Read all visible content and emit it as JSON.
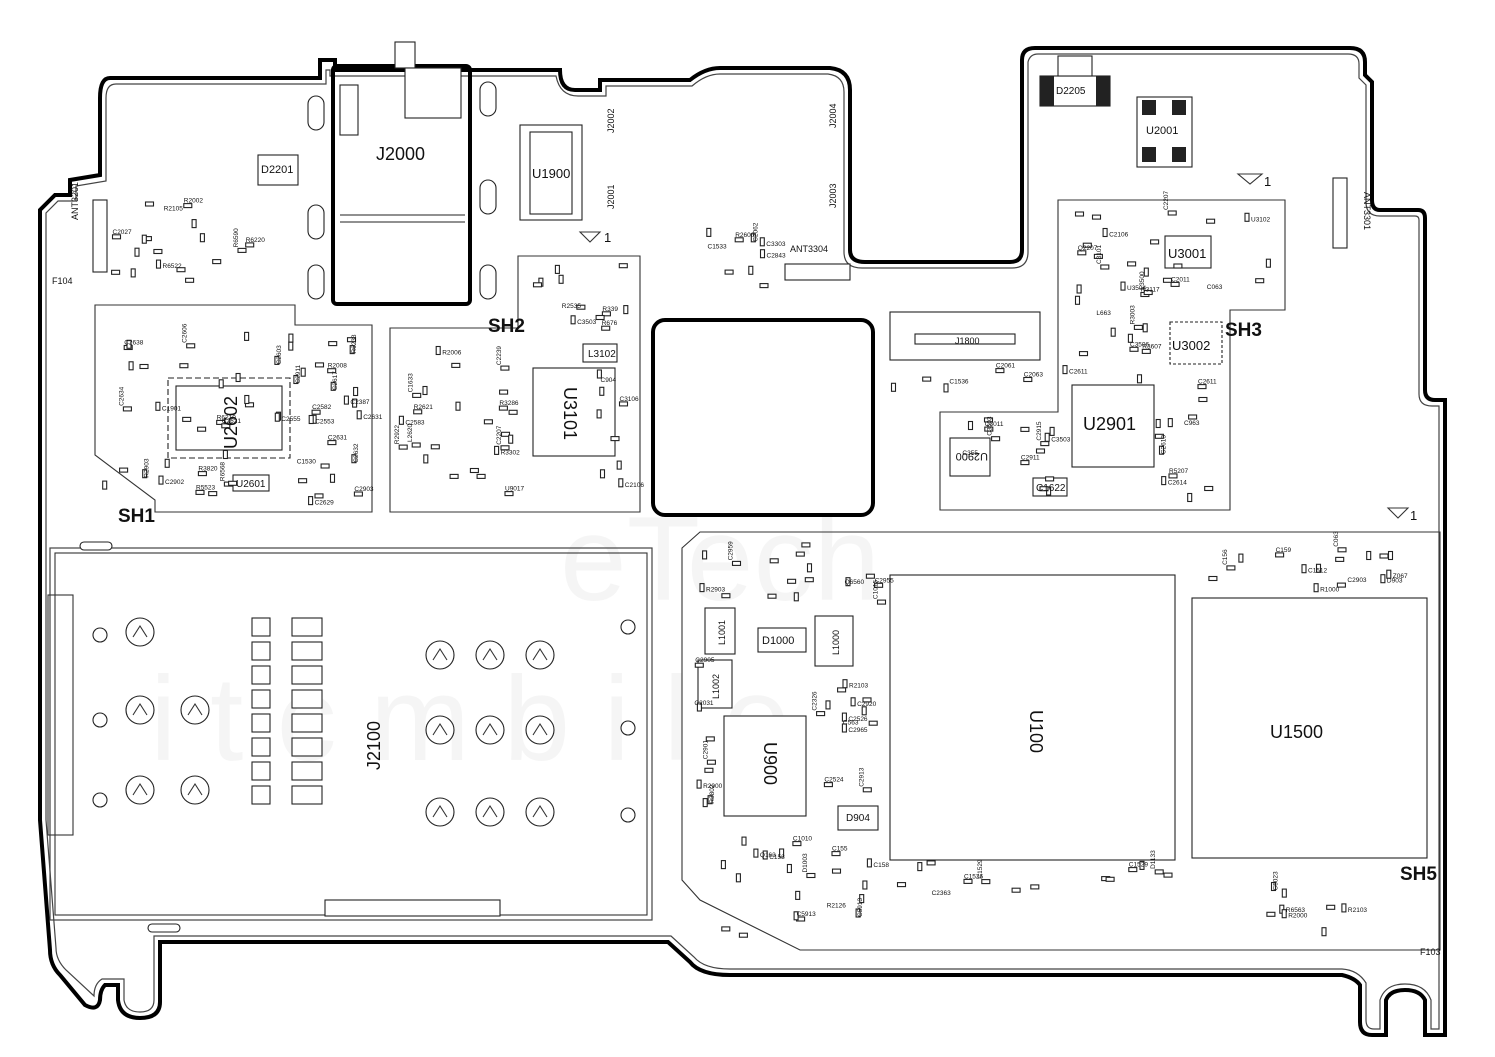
{
  "components_large": [
    {
      "id": "c-j2000",
      "label": "J2000",
      "rotate": false
    },
    {
      "id": "c-j2100",
      "label": "J2100",
      "rotate": false
    },
    {
      "id": "c-u100",
      "label": "U100",
      "rotate": true
    },
    {
      "id": "c-u1500",
      "label": "U1500",
      "rotate": false
    },
    {
      "id": "c-u2602",
      "label": "U2602",
      "rotate": true
    },
    {
      "id": "c-u3101",
      "label": "U3101",
      "rotate": true
    },
    {
      "id": "c-u2901",
      "label": "U2901",
      "rotate": false
    },
    {
      "id": "c-u1900",
      "label": "U1900",
      "rotate": false
    },
    {
      "id": "c-u900",
      "label": "U900",
      "rotate": true
    },
    {
      "id": "c-u3001",
      "label": "U3001",
      "rotate": false
    },
    {
      "id": "c-u3002",
      "label": "U3002",
      "rotate": false
    },
    {
      "id": "c-u2001",
      "label": "U2001",
      "rotate": false
    },
    {
      "id": "c-d2201",
      "label": "D2201",
      "rotate": false
    },
    {
      "id": "c-d2205",
      "label": "D2205",
      "rotate": false
    },
    {
      "id": "c-j1800",
      "label": "J1800",
      "rotate": false
    },
    {
      "id": "c-u2900",
      "label": "U2900",
      "rotate": true
    },
    {
      "id": "c-d1000",
      "label": "D1000",
      "rotate": false
    },
    {
      "id": "c-l1001",
      "label": "L1001",
      "rotate": true
    },
    {
      "id": "c-l1000",
      "label": "L1000",
      "rotate": true
    },
    {
      "id": "c-l1002",
      "label": "L1002",
      "rotate": true
    },
    {
      "id": "c-d904",
      "label": "D904",
      "rotate": false
    },
    {
      "id": "c-u2601",
      "label": "U2601",
      "rotate": false
    },
    {
      "id": "c-l3102",
      "label": "L3102",
      "rotate": false
    },
    {
      "id": "c-c1622",
      "label": "C1622",
      "rotate": false
    },
    {
      "id": "c-j2001",
      "label": "J2001",
      "rotate": true
    },
    {
      "id": "c-j2002",
      "label": "J2002",
      "rotate": true
    },
    {
      "id": "c-j2003",
      "label": "J2003",
      "rotate": true
    },
    {
      "id": "c-j2004",
      "label": "J2004",
      "rotate": true
    }
  ],
  "shields": [
    {
      "id": "sh1",
      "label": "SH1"
    },
    {
      "id": "sh2",
      "label": "SH2"
    },
    {
      "id": "sh3",
      "label": "SH3"
    },
    {
      "id": "sh5",
      "label": "SH5"
    }
  ],
  "fiducial_marks": [
    {
      "id": "f104",
      "label": "F104"
    },
    {
      "id": "f103",
      "label": "F103"
    }
  ],
  "antennas": [
    {
      "id": "ant3304",
      "label": "ANT3304"
    },
    {
      "id": "ant3201",
      "label": "ANT3201"
    },
    {
      "id": "ant3301",
      "label": "ANT3301"
    }
  ],
  "pin1_markers": [
    {
      "id": "pin1-a",
      "label": "1"
    },
    {
      "id": "pin1-b",
      "label": "1"
    },
    {
      "id": "pin1-c",
      "label": "1"
    }
  ],
  "small_refs": [
    "R6522",
    "R2002",
    "C2027",
    "R6590",
    "R6220",
    "R6233",
    "C1901",
    "R2008",
    "R6568",
    "R6210",
    "C2632",
    "C2629",
    "C2638",
    "C2631",
    "C2902",
    "C2911",
    "C2903",
    "C2603",
    "C2555",
    "R2903",
    "C2553",
    "C2606",
    "C2634",
    "R5523",
    "R3820",
    "C2387",
    "C2621",
    "C2617",
    "C2631",
    "C2582",
    "C2583",
    "L2620",
    "C2207",
    "R2621",
    "C2239",
    "R2922",
    "R3302",
    "R2006",
    "C1633",
    "R3286",
    "U9017",
    "C3503",
    "R339",
    "R676",
    "C3106",
    "C2106",
    "R3117",
    "U3102",
    "C3101",
    "C2207",
    "Q2207",
    "C2106",
    "C2011",
    "L3500",
    "U3504",
    "R3003",
    "C3506",
    "R3607",
    "C2611",
    "C2613",
    "C2614",
    "C2611",
    "R5207",
    "C2911",
    "C2915",
    "C3503",
    "C3503",
    "C3011",
    "C2955",
    "C2959",
    "R2903",
    "C1015",
    "C2905",
    "C2901",
    "R3802",
    "R2900",
    "C2326",
    "C2526",
    "C2524",
    "C2965",
    "C2913",
    "C2920",
    "R2103",
    "C1010",
    "D1003",
    "C5913",
    "C5913",
    "Q163",
    "C158",
    "C155",
    "C153",
    "C156",
    "C159",
    "Z067",
    "C063",
    "D903",
    "R1000",
    "C1512",
    "C1529",
    "C1526",
    "C1529",
    "D1133",
    "R2103",
    "R2000",
    "C5023",
    "C3303",
    "C2843",
    "R2600",
    "C2062",
    "C2061",
    "C2063",
    "R2535",
    "C904",
    "C063",
    "L663",
    "C963",
    "C355",
    "Q6560",
    "C2031",
    "C563",
    "R2126",
    "C2903",
    "C2363",
    "R6563",
    "C1533",
    "C1536",
    "R2105",
    "C1530"
  ]
}
